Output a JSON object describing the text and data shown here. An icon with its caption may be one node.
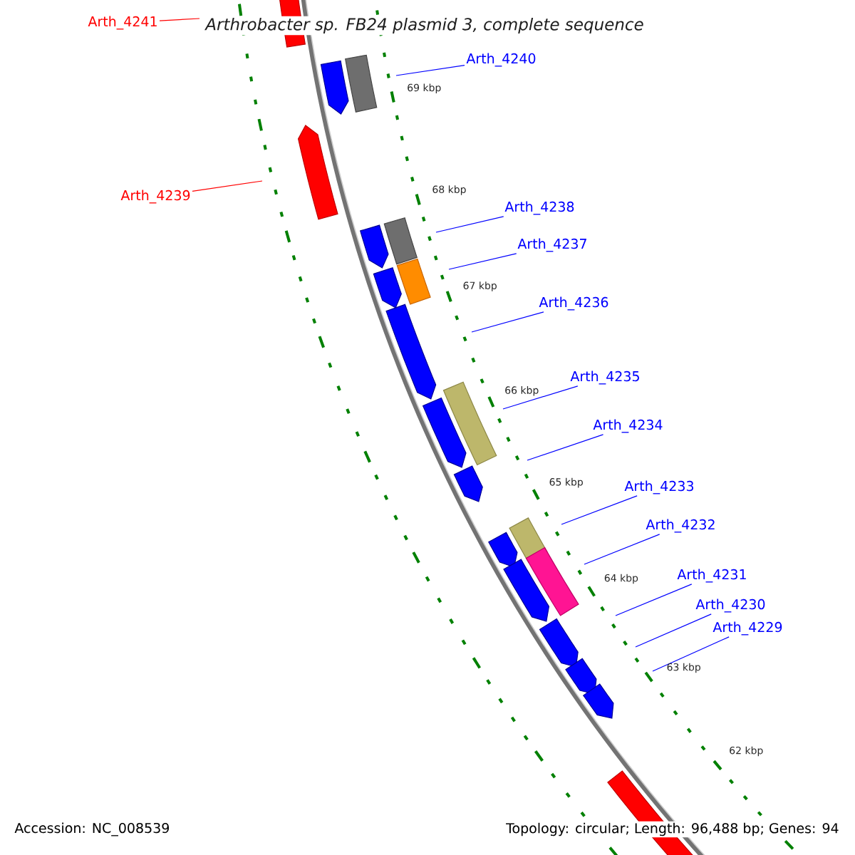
{
  "diagram": {
    "title": "Arthrobacter sp. FB24 plasmid 3, complete sequence",
    "nodes": [
      {
        "text": [
          "Arth_4241"
        ]
      },
      {
        "text": [
          "Arth_4240"
        ]
      },
      {
        "text": [
          "Arth_4239"
        ]
      },
      {
        "text": [
          "Arth_4238"
        ]
      },
      {
        "text": [
          "Arth_4237"
        ]
      },
      {
        "text": [
          "Arth_4236"
        ]
      },
      {
        "text": [
          "Arth_4235"
        ]
      },
      {
        "text": [
          "Arth_4234"
        ]
      },
      {
        "text": [
          "Arth_4233"
        ]
      },
      {
        "text": [
          "Arth_4232"
        ]
      },
      {
        "text": [
          "Arth_4231"
        ]
      },
      {
        "text": [
          "Arth_4230"
        ]
      },
      {
        "text": [
          "Arth_4229"
        ]
      }
    ],
    "edges": [
      {
        "from": 0,
        "to": null,
        "arrow": "none",
        "color": "#ff0000"
      },
      {
        "from": 1,
        "to": null,
        "arrow": "none"
      },
      {
        "from": 2,
        "to": null,
        "arrow": "none",
        "color": "#ff0000"
      },
      {
        "from": 3,
        "to": null,
        "arrow": "none"
      },
      {
        "from": 4,
        "to": null,
        "arrow": "none"
      },
      {
        "from": 5,
        "to": null,
        "arrow": "none"
      },
      {
        "from": 6,
        "to": null,
        "arrow": "none"
      },
      {
        "from": 7,
        "to": null,
        "arrow": "none"
      },
      {
        "from": 8,
        "to": null,
        "arrow": "none"
      },
      {
        "from": 9,
        "to": null,
        "arrow": "none"
      },
      {
        "from": 10,
        "to": null,
        "arrow": "none"
      },
      {
        "from": 11,
        "to": null,
        "arrow": "none"
      },
      {
        "from": 12,
        "to": null,
        "arrow": "none"
      }
    ],
    "labels": [
      "69 kbp",
      "68 kbp",
      "67 kbp",
      "66 kbp",
      "65 kbp",
      "64 kbp",
      "63 kbp",
      "62 kbp",
      "Accession: NC_008539",
      "Topology: circular; Length: 96,488 bp; Genes: 94"
    ]
  }
}
